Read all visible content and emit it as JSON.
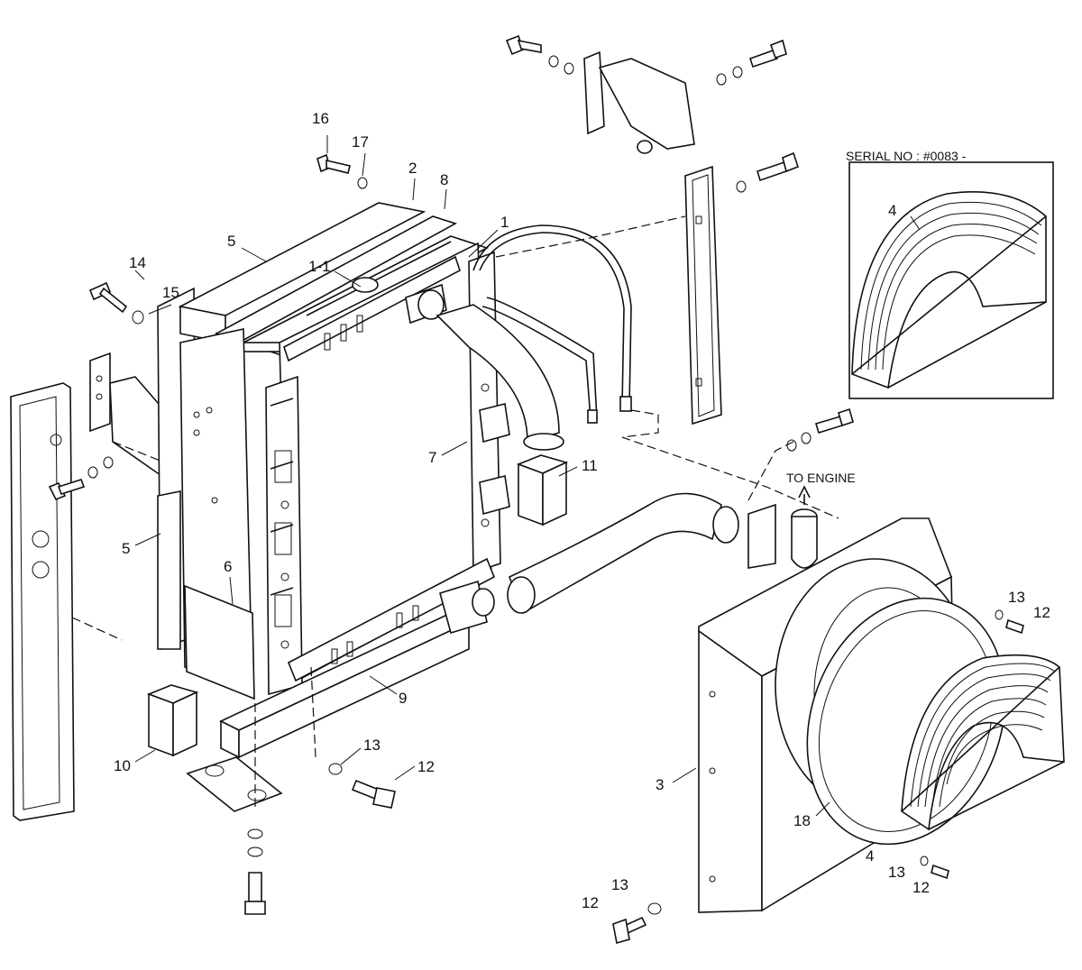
{
  "callouts": {
    "n1": "1",
    "n1_1": "1-1",
    "n2": "2",
    "n3": "3",
    "n4a": "4",
    "n4b": "4",
    "n5a": "5",
    "n5b": "5",
    "n6": "6",
    "n7": "7",
    "n8": "8",
    "n9": "9",
    "n10": "10",
    "n11": "11",
    "n12a": "12",
    "n12b": "12",
    "n12c": "12",
    "n12d": "12",
    "n13a": "13",
    "n13b": "13",
    "n13c": "13",
    "n13d": "13",
    "n14": "14",
    "n15": "15",
    "n16": "16",
    "n17": "17",
    "n18": "18"
  },
  "annotations": {
    "to_engine": "TO ENGINE",
    "serial_no": "SERIAL NO : #0083 -"
  }
}
